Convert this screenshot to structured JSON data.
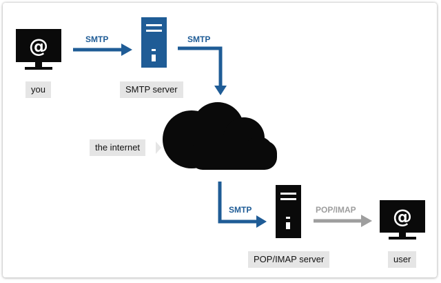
{
  "colors": {
    "smtp_arrow": "#1f5c96",
    "pop_arrow": "#9e9e9e",
    "device": "#0a0a0a",
    "label_bg": "#e5e5e5"
  },
  "nodes": {
    "you": {
      "icon": "at-sign-monitor-icon",
      "label": "you",
      "glyph": "@"
    },
    "smtp_server": {
      "icon": "server-icon",
      "label": "SMTP server"
    },
    "internet": {
      "icon": "cloud-icon",
      "label": "the internet"
    },
    "pop_server": {
      "icon": "server-icon",
      "label": "POP/IMAP server"
    },
    "user": {
      "icon": "at-sign-monitor-icon",
      "label": "user",
      "glyph": "@"
    }
  },
  "flows": {
    "you_to_smtp": "SMTP",
    "smtp_to_internet": "SMTP",
    "internet_to_pop": "SMTP",
    "pop_to_user": "POP/IMAP"
  }
}
